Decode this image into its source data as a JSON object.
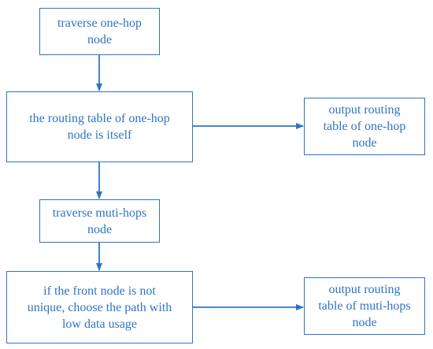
{
  "diagram": {
    "colors": {
      "stroke": "#2e74c5",
      "text": "#2e74c5",
      "background": "#ffffff"
    },
    "nodes": [
      {
        "id": "traverse-one-hop",
        "lines": [
          "traverse one-hop",
          "node"
        ]
      },
      {
        "id": "routing-table-itself",
        "lines": [
          "the routing table of one-hop",
          "node is itself"
        ]
      },
      {
        "id": "output-one-hop",
        "lines": [
          "output  routing",
          "table of one-hop",
          "node"
        ]
      },
      {
        "id": "traverse-muti-hops",
        "lines": [
          "traverse muti-hops",
          "node"
        ]
      },
      {
        "id": "front-node-unique",
        "lines": [
          "if the front node is not",
          "unique, choose the path with",
          "low data usage"
        ]
      },
      {
        "id": "output-muti-hops",
        "lines": [
          "output  routing",
          "table of muti-hops",
          "node"
        ]
      }
    ],
    "edges": [
      {
        "from": "traverse-one-hop",
        "to": "routing-table-itself"
      },
      {
        "from": "routing-table-itself",
        "to": "output-one-hop"
      },
      {
        "from": "routing-table-itself",
        "to": "traverse-muti-hops"
      },
      {
        "from": "traverse-muti-hops",
        "to": "front-node-unique"
      },
      {
        "from": "front-node-unique",
        "to": "output-muti-hops"
      }
    ]
  }
}
